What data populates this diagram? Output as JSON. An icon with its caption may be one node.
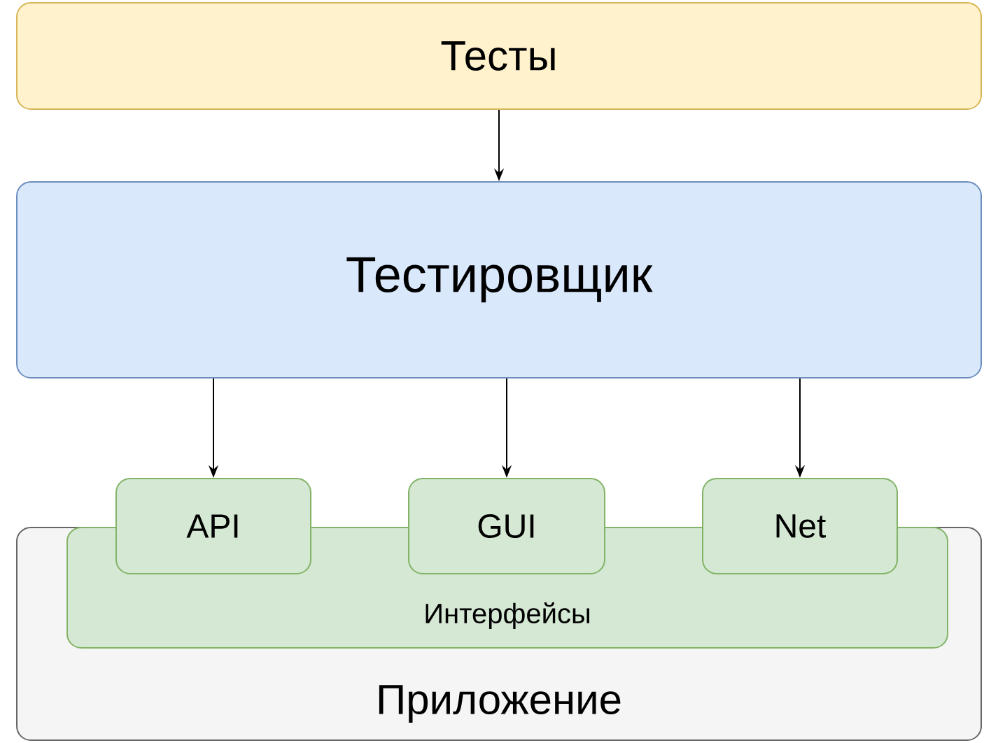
{
  "diagram": {
    "nodes": [
      {
        "text": [
          "Тесты"
        ]
      },
      {
        "text": [
          "Тестировщик"
        ]
      },
      {
        "text": [
          "Приложение"
        ]
      },
      {
        "text": [
          "Интерфейсы"
        ],
        "in": 2
      },
      {
        "text": [
          "API"
        ]
      },
      {
        "text": [
          "GUI"
        ]
      },
      {
        "text": [
          "Net"
        ]
      }
    ],
    "edges": [
      {
        "from": 0,
        "to": 1,
        "arrow": "to"
      },
      {
        "from": 1,
        "to": 4,
        "arrow": "to"
      },
      {
        "from": 1,
        "to": 5,
        "arrow": "to"
      },
      {
        "from": 1,
        "to": 6,
        "arrow": "to"
      }
    ]
  }
}
